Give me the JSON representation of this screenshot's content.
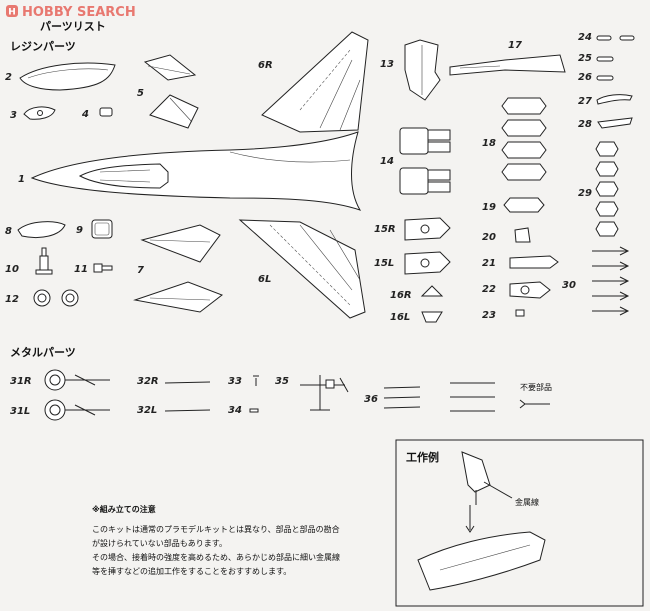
{
  "logo": {
    "mark": "H",
    "text": "HOBBY SEARCH"
  },
  "title": "パーツリスト",
  "resin_header": "レジンパーツ",
  "metal_header": "メタルパーツ",
  "unneeded_label": "不要部品",
  "example": {
    "title": "工作例",
    "wire_label": "金属線"
  },
  "notes": {
    "heading": "※組み立ての注意",
    "lines": [
      "このキットは通常のプラモデルキットとは異なり、部品と部品の勘合",
      "が設けられていない部品もあります。",
      "その場合、接着時の強度を高めるため、あらかじめ部品に細い金属線",
      "等を挿すなどの追加工作をすることをおすすめします。"
    ]
  },
  "part_numbers": {
    "p1": "1",
    "p2": "2",
    "p3": "3",
    "p4": "4",
    "p5": "5",
    "p6R": "6R",
    "p6L": "6L",
    "p7": "7",
    "p8": "8",
    "p9": "9",
    "p10": "10",
    "p11": "11",
    "p12": "12",
    "p13": "13",
    "p14": "14",
    "p15R": "15R",
    "p15L": "15L",
    "p16R": "16R",
    "p16L": "16L",
    "p17": "17",
    "p18": "18",
    "p19": "19",
    "p20": "20",
    "p21": "21",
    "p22": "22",
    "p23": "23",
    "p24": "24",
    "p25": "25",
    "p26": "26",
    "p27": "27",
    "p28": "28",
    "p29": "29",
    "p30": "30",
    "p31R": "31R",
    "p31L": "31L",
    "p32R": "32R",
    "p32L": "32L",
    "p33": "33",
    "p34": "34",
    "p35": "35",
    "p36": "36"
  }
}
